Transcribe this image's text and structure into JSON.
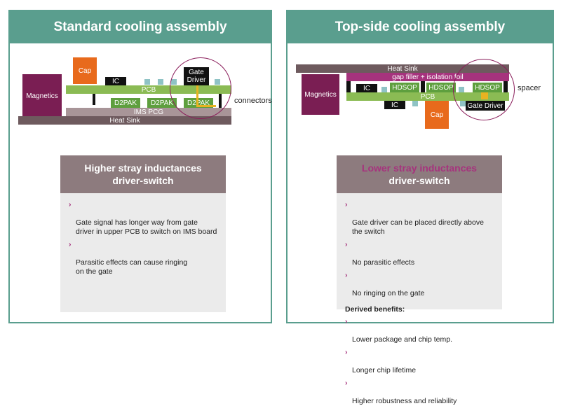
{
  "left": {
    "title": "Standard cooling assembly",
    "diagram": {
      "magnetics": "Magnetics",
      "cap": "Cap",
      "ic": "IC",
      "gate_driver": "Gate\nDriver",
      "pcb": "PCB",
      "d2pak": [
        "D2PAK",
        "D2PAK",
        "D2PAK"
      ],
      "ims": "IMS PCG",
      "heat_sink": "Heat Sink",
      "connectors": "connectors"
    },
    "card": {
      "heading_line1": "Higher stray inductances",
      "heading_line2": "driver-switch",
      "bullets": [
        "Gate signal has longer way from gate\ndriver in upper PCB to switch on IMS board",
        "Parasitic effects can cause ringing\non the gate"
      ]
    }
  },
  "right": {
    "title": "Top-side cooling assembly",
    "diagram": {
      "heat_sink": "Heat Sink",
      "gap_filler": "gap filler + isolation foil",
      "magnetics": "Magnetics",
      "ic_top": "IC",
      "hdsop": [
        "HDSOP",
        "HDSOP",
        "HDSOP"
      ],
      "pcb": "PCB",
      "ic_bottom": "IC",
      "cap": "Cap",
      "gate_driver": "Gate Driver",
      "spacer": "spacer"
    },
    "card": {
      "heading_line1": "Lower stray inductances",
      "heading_line2": "driver-switch",
      "heading_accent": "#a6337d",
      "bullets": [
        "Gate driver can be placed directly above\nthe switch",
        "No parasitic effects",
        "No ringing on the gate"
      ],
      "derived_title": "Derived benefits:",
      "derived_bullets": [
        "Lower package and chip temp.",
        "Longer chip lifetime",
        "Higher robustness and reliability"
      ]
    }
  },
  "colors": {
    "header": "#5a9e8e",
    "accent": "#a6337d",
    "card_head": "#8d7b7e",
    "card_body": "#ebebeb"
  },
  "bullet_icon": "chevron-right-icon"
}
